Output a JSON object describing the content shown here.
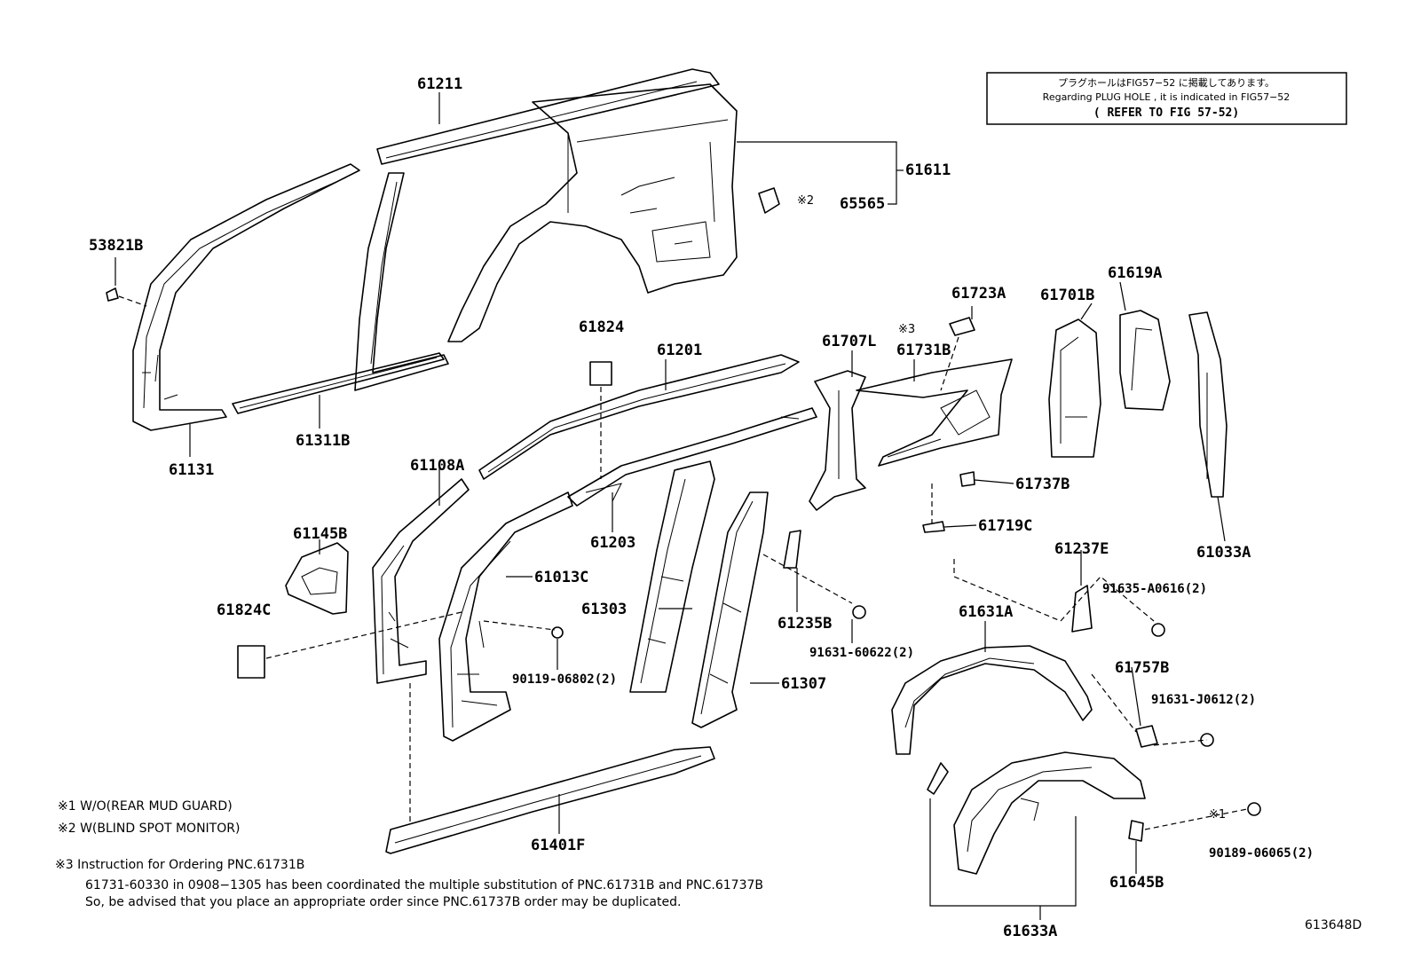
{
  "reference_box": {
    "line1": "プラグホールはFIG57−52 に掲載してあります。",
    "line2": "Regarding  PLUG HOLE , it is indicated in FIG57−52",
    "line3": "( REFER TO FIG 57-52)"
  },
  "part_labels": {
    "p61211": "61211",
    "p61611": "61611",
    "p65565": "65565",
    "m2_65565": "※2",
    "p53821b": "53821B",
    "p61131": "61131",
    "p61311b": "61311B",
    "p61824": "61824",
    "p61201": "61201",
    "p61707l": "61707L",
    "m3_61731b": "※3",
    "p61731b": "61731B",
    "p61723a": "61723A",
    "p61701b": "61701B",
    "p61619a": "61619A",
    "p61108a": "61108A",
    "p61145b": "61145B",
    "p61824c": "61824C",
    "p61013c": "61013C",
    "p61203": "61203",
    "p61303": "61303",
    "p61307": "61307",
    "p61235b": "61235B",
    "p91631_60622": "91631-60622(2)",
    "p90119_06802": "90119-06802(2)",
    "p61737b": "61737B",
    "p61719c": "61719C",
    "p61033a": "61033A",
    "p61237e": "61237E",
    "p91635_a0616": "91635-A0616(2)",
    "p61631a": "61631A",
    "p61757b": "61757B",
    "p91631_j0612": "91631-J0612(2)",
    "m1_90189": "※1",
    "p90189_06065": "90189-06065(2)",
    "p61645b": "61645B",
    "p61633a": "61633A",
    "p61401f": "61401F"
  },
  "notes": {
    "n1": "※1 W/O(REAR MUD GUARD)",
    "n2": "※2 W(BLIND SPOT MONITOR)",
    "n3a": "※3  Instruction for Ordering PNC.61731B",
    "n3b": "61731-60330 in 0908−1305 has been coordinated the multiple substitution of PNC.61731B and PNC.61737B",
    "n3c": "So, be advised that you place an appropriate order since PNC.61737B order may be duplicated."
  },
  "illustration_id": "613648D"
}
